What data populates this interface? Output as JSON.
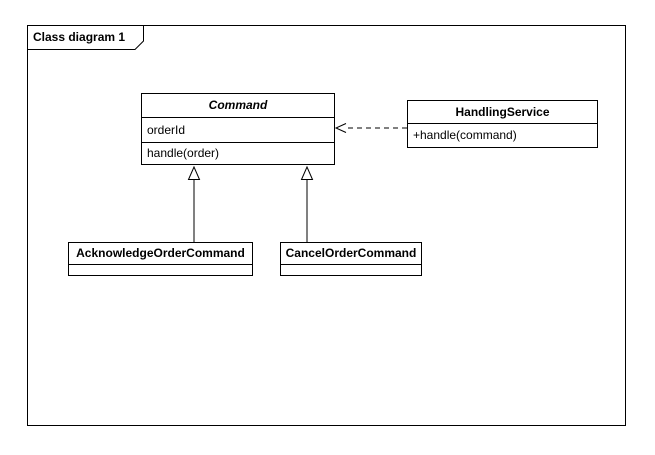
{
  "frame": {
    "title": "Class diagram 1"
  },
  "diagram": {
    "classes": [
      {
        "id": "command",
        "name": "Command",
        "abstract": true,
        "attributes": [
          "orderId"
        ],
        "methods": [
          "handle(order)"
        ]
      },
      {
        "id": "handling-service",
        "name": "HandlingService",
        "abstract": false,
        "attributes": [],
        "methods": [
          "+handle(command)"
        ]
      },
      {
        "id": "acknowledge-order-command",
        "name": "AcknowledgeOrderCommand",
        "abstract": false,
        "attributes": [],
        "methods": []
      },
      {
        "id": "cancel-order-command",
        "name": "CancelOrderCommand",
        "abstract": false,
        "attributes": [],
        "methods": []
      }
    ],
    "relationships": [
      {
        "type": "dependency",
        "from": "HandlingService",
        "to": "Command",
        "line_style": "dashed",
        "arrowhead": "open"
      },
      {
        "type": "generalization",
        "from": "AcknowledgeOrderCommand",
        "to": "Command",
        "line_style": "solid",
        "arrowhead": "hollow-triangle"
      },
      {
        "type": "generalization",
        "from": "CancelOrderCommand",
        "to": "Command",
        "line_style": "solid",
        "arrowhead": "hollow-triangle"
      }
    ],
    "colors": {
      "line": "#000000",
      "background": "#ffffff",
      "box_fill": "#ffffff"
    }
  }
}
